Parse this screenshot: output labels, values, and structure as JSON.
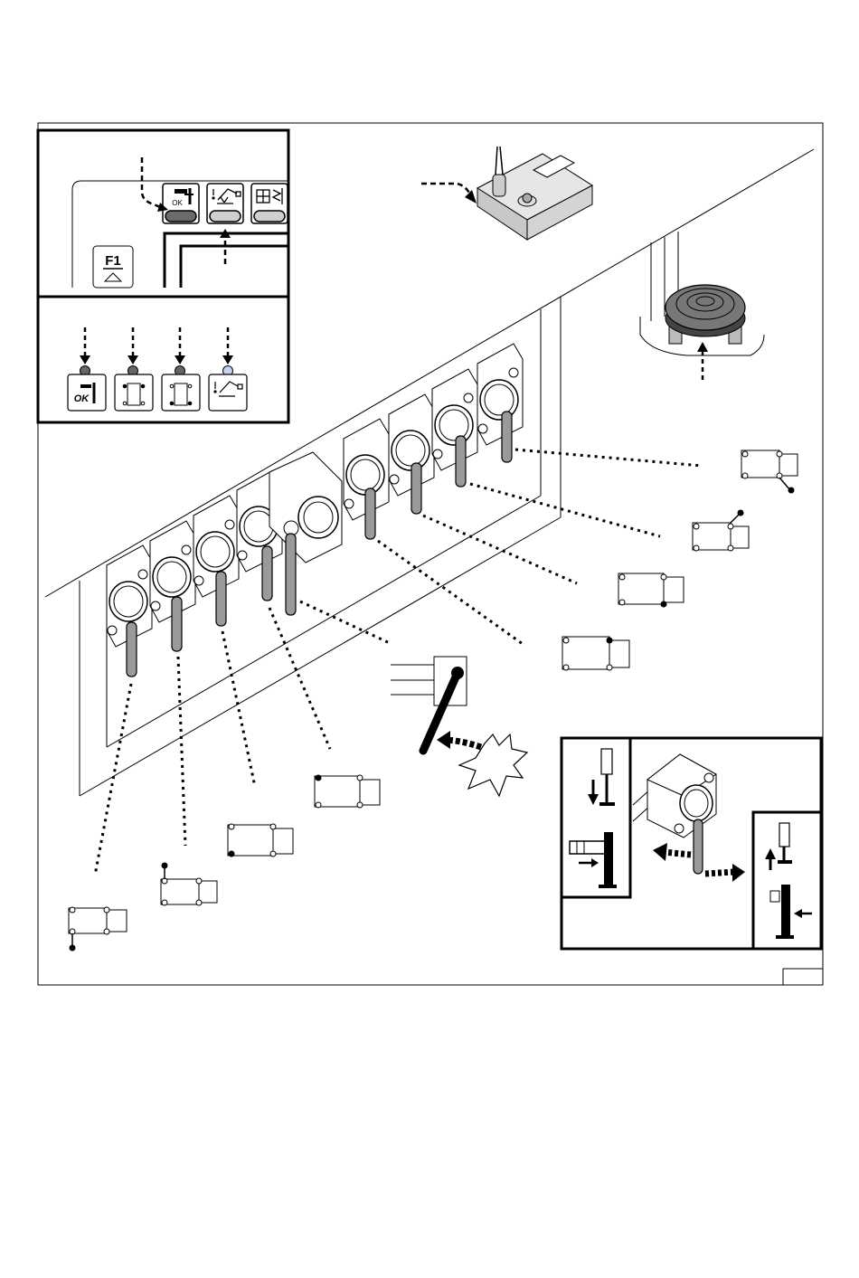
{
  "panel": {
    "f1_key_label": "F1",
    "ok_label_small": "OK",
    "ok_label_bold": "OK"
  },
  "colors": {
    "line": "#000000",
    "lever_fill": "#9a9a9a",
    "button_dark": "#6b6b6b",
    "button_light": "#cfcfcf",
    "led_dark": "#666666",
    "led_light": "#c6d2ee",
    "module_fill": "#d4d4d4",
    "turntable_fill": "#777777"
  },
  "icons": {
    "panel_buttons": [
      "ok-support-icon",
      "flash-lift-icon",
      "multi-function-icon"
    ],
    "indicator_leds": [
      "ok-support-icon",
      "support-front-pair-icon",
      "support-rear-pair-icon",
      "flash-lift-icon"
    ],
    "vehicle_diagrams": [
      "outrigger-rear-right-down-icon",
      "outrigger-rear-right-up-icon",
      "outrigger-rear-left-icon",
      "outrigger-front-left-icon",
      "outrigger-front-right-icon",
      "outrigger-front-left-down-icon",
      "outrigger-front-left-up-icon",
      "outrigger-rear-left-down-icon"
    ],
    "inset": [
      "lever-push-pull-icon",
      "cylinder-down-icon",
      "cylinder-up-icon",
      "horizontal-extend-icon",
      "horizontal-retract-icon"
    ]
  }
}
